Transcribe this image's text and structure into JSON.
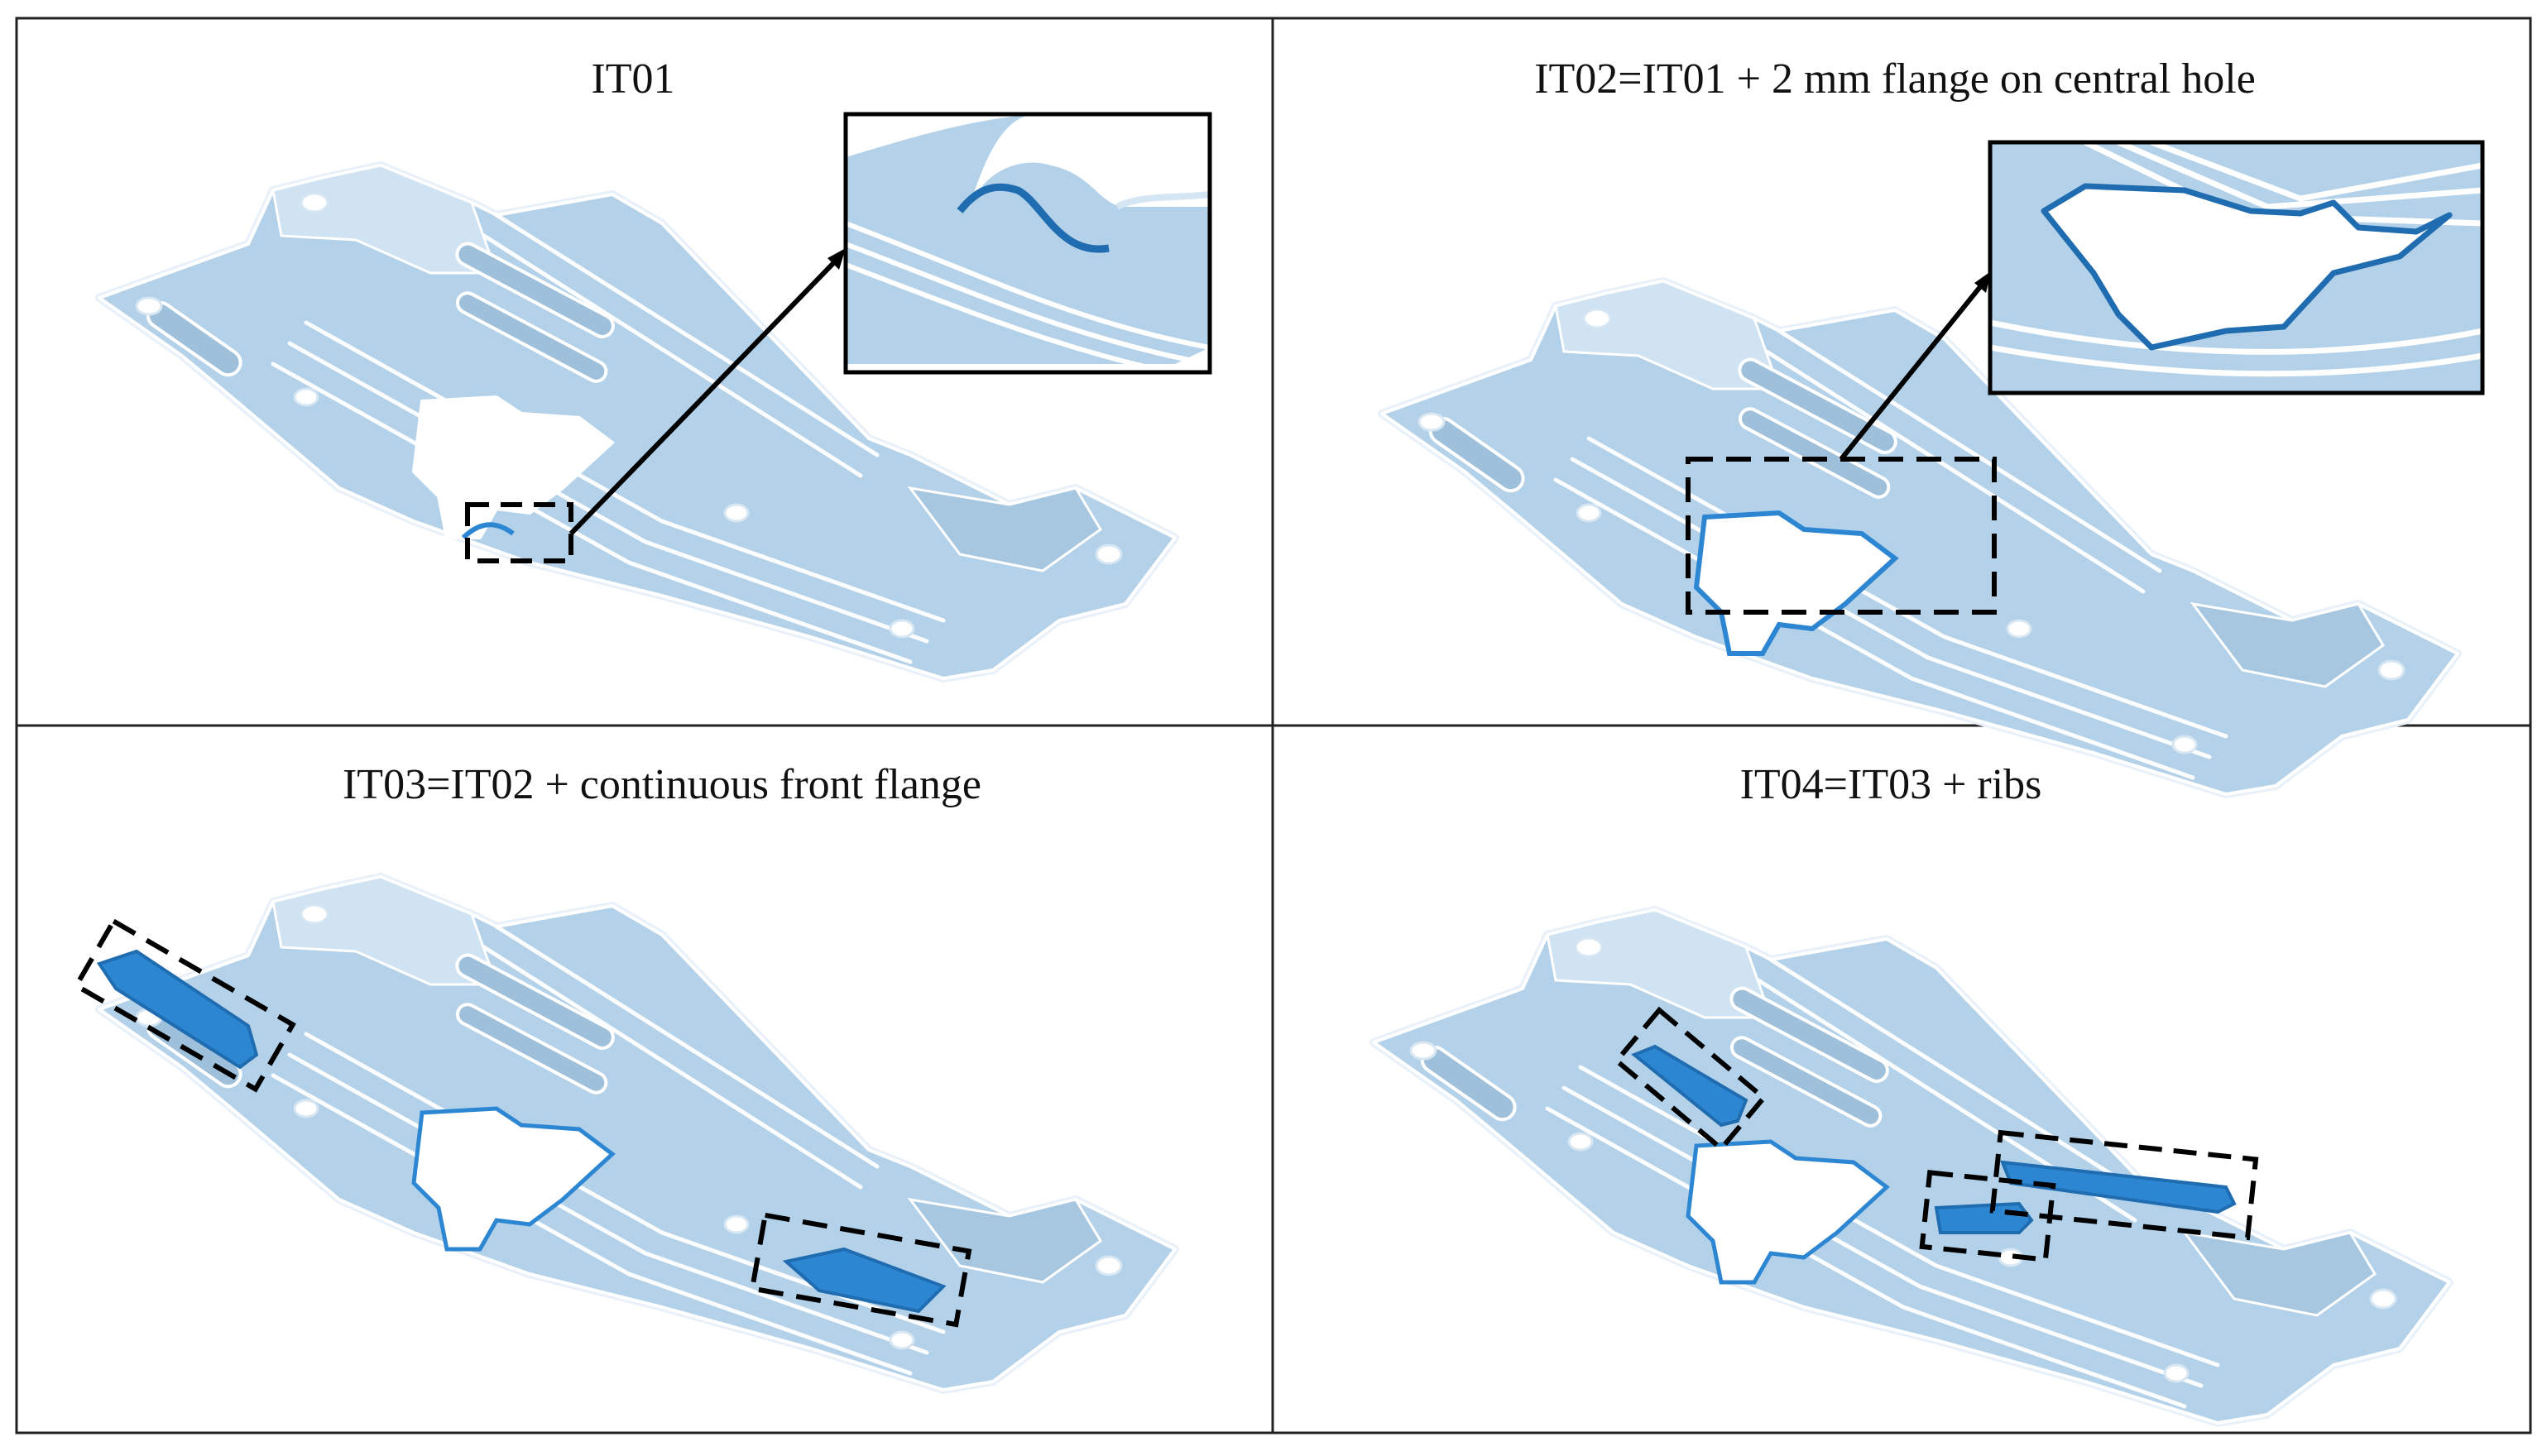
{
  "panels": [
    {
      "title": "IT01"
    },
    {
      "title": "IT02=IT01 + 2 mm flange on central hole"
    },
    {
      "title": "IT03=IT02 + continuous  front flange"
    },
    {
      "title": "IT04=IT03 + ribs"
    }
  ],
  "colors": {
    "part_fill": "#b3d1e9",
    "part_light": "#d4e6f4",
    "part_shadow": "#9cbbd4",
    "part_edge": "#ffffff",
    "part_outline": "#c7dcec",
    "highlight": "#2d86d2",
    "highlight_dark": "#1f6cb0",
    "hole_fill": "#ffffff",
    "grid_border": "#222222",
    "callout_box": "#000000"
  }
}
